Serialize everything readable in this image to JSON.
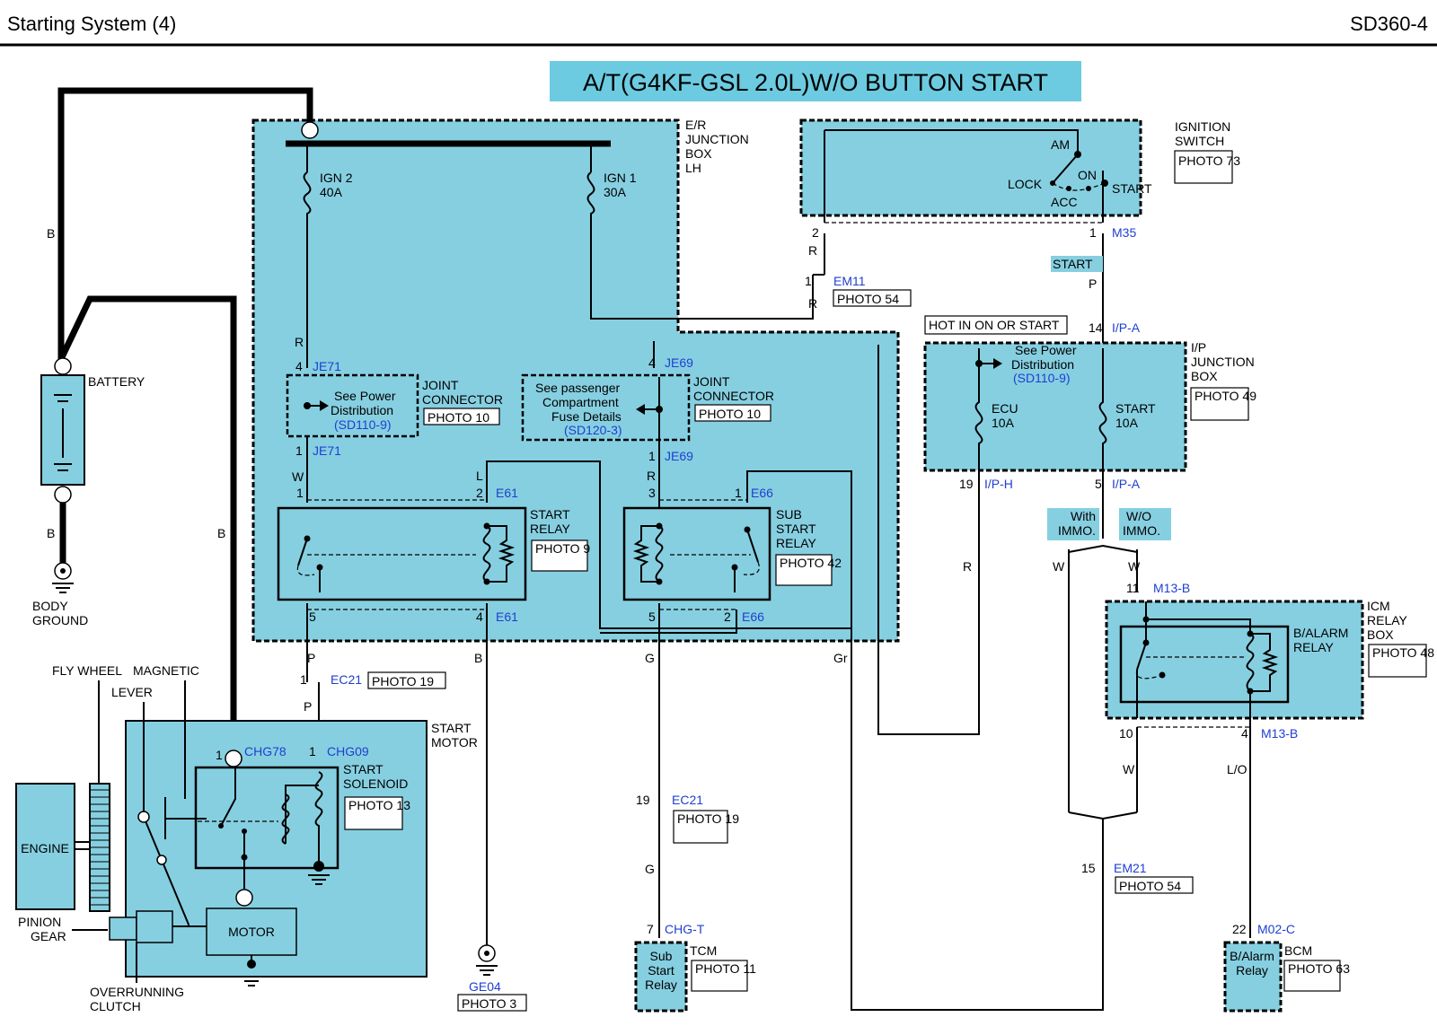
{
  "header": {
    "title": "Starting System (4)",
    "code": "SD360-4"
  },
  "banner": "A/T(G4KF-GSL 2.0L)W/O BUTTON START",
  "blocks": {
    "er_junction_box": "E/R JUNCTION BOX LH",
    "ignition_switch": "IGNITION SWITCH",
    "ip_junction_box": "I/P JUNCTION BOX",
    "icm_relay_box": "ICM RELAY BOX",
    "start_motor": "START MOTOR",
    "start_solenoid": "START SOLENOID",
    "battery": "BATTERY",
    "body_ground": "BODY GROUND",
    "engine": "ENGINE",
    "motor": "MOTOR",
    "start_relay": "START RELAY",
    "sub_start_relay": "SUB START RELAY",
    "b_alarm_relay": "B/ALARM RELAY",
    "joint_connector": "JOINT CONNECTOR",
    "tcm": "TCM",
    "bcm": "BCM",
    "tcm_label": "Sub Start Relay",
    "bcm_label": "B/Alarm Relay",
    "fly_wheel": "FLY WHEEL",
    "magnetic": "MAGNETIC",
    "lever": "LEVER",
    "pinion_gear": "PINION GEAR",
    "overrunning_clutch": "OVERRUNNING CLUTCH"
  },
  "fuses": {
    "ign2": "IGN 2",
    "ign2_amp": "40A",
    "ign1": "IGN 1",
    "ign1_amp": "30A",
    "ecu": "ECU",
    "ecu_amp": "10A",
    "start": "START",
    "start_amp": "10A"
  },
  "ignition_positions": [
    "AM",
    "LOCK",
    "ON",
    "ACC",
    "START"
  ],
  "notes": {
    "power_dist_1": "See Power Distribution",
    "power_dist_1_ref": "(SD110-9)",
    "passenger_fuse": "See passenger Compartment Fuse Details",
    "passenger_fuse_ref": "(SD120-3)",
    "power_dist_2": "See Power Distribution",
    "power_dist_2_ref": "(SD110-9)",
    "hot_in": "HOT IN ON OR START",
    "start_tag": "START",
    "with_immo": "With IMMO.",
    "wo_immo": "W/O IMMO."
  },
  "photos": {
    "ign_switch": "PHOTO 73",
    "em11": "PHOTO 54",
    "je71": "PHOTO 10",
    "je69": "PHOTO 10",
    "ip_jb": "PHOTO 49",
    "start_relay": "PHOTO 9",
    "sub_start_relay": "PHOTO 42",
    "ec21_top": "PHOTO 19",
    "start_solenoid": "PHOTO 13",
    "ec21_bottom": "PHOTO 19",
    "icm": "PHOTO 48",
    "em21": "PHOTO 54",
    "tcm": "PHOTO 11",
    "bcm": "PHOTO 63",
    "ge04": "PHOTO 3"
  },
  "connectors": {
    "m35": "M35",
    "em11": "EM11",
    "je71": "JE71",
    "je69": "JE69",
    "e61": "E61",
    "e66": "E66",
    "ip_a": "I/P-A",
    "ip_h": "I/P-H",
    "m13b": "M13-B",
    "ec21": "EC21",
    "chg78": "CHG78",
    "chg09": "CHG09",
    "em21": "EM21",
    "chgt": "CHG-T",
    "m02c": "M02-C",
    "ge04": "GE04"
  },
  "pins": {
    "p2": "2",
    "p1": "1",
    "p4": "4",
    "p3": "3",
    "p5": "5",
    "p14": "14",
    "p19": "19",
    "p11": "11",
    "p10": "10",
    "p15": "15",
    "p7": "7",
    "p22": "22"
  },
  "wire_colors": {
    "B": "B",
    "R": "R",
    "W": "W",
    "L": "L",
    "P": "P",
    "G": "G",
    "Gr": "Gr",
    "LO": "L/O"
  },
  "colors": {
    "fill": "#86cfe1",
    "connector_text": "#1f3fd0",
    "line": "#000000"
  }
}
